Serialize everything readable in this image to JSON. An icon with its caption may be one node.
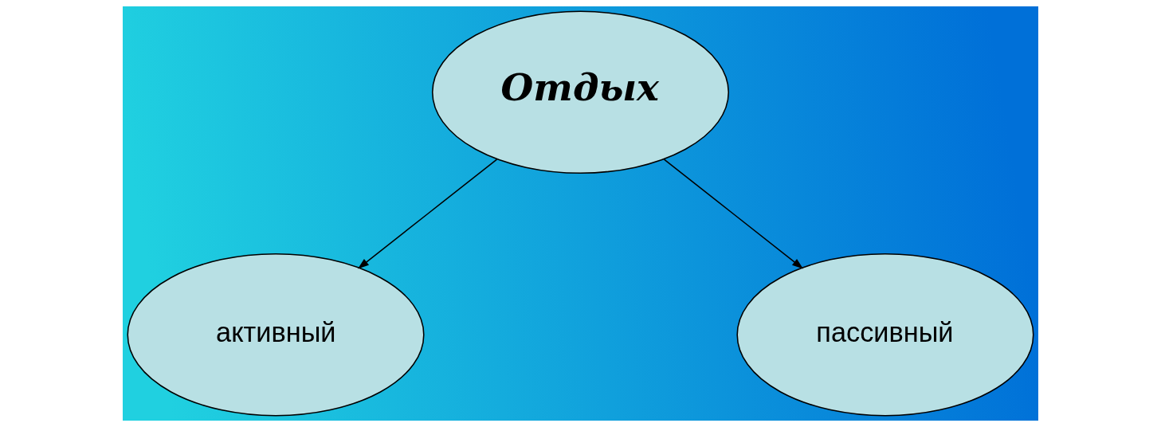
{
  "diagram": {
    "nodes": [
      {
        "text": [
          "Отдых"
        ]
      },
      {
        "text": [
          "активный"
        ]
      },
      {
        "text": [
          "пассивный"
        ]
      }
    ],
    "edges": [
      {
        "from": 0,
        "to": 1,
        "arrow": "to"
      },
      {
        "from": 0,
        "to": 2,
        "arrow": "to"
      }
    ]
  }
}
